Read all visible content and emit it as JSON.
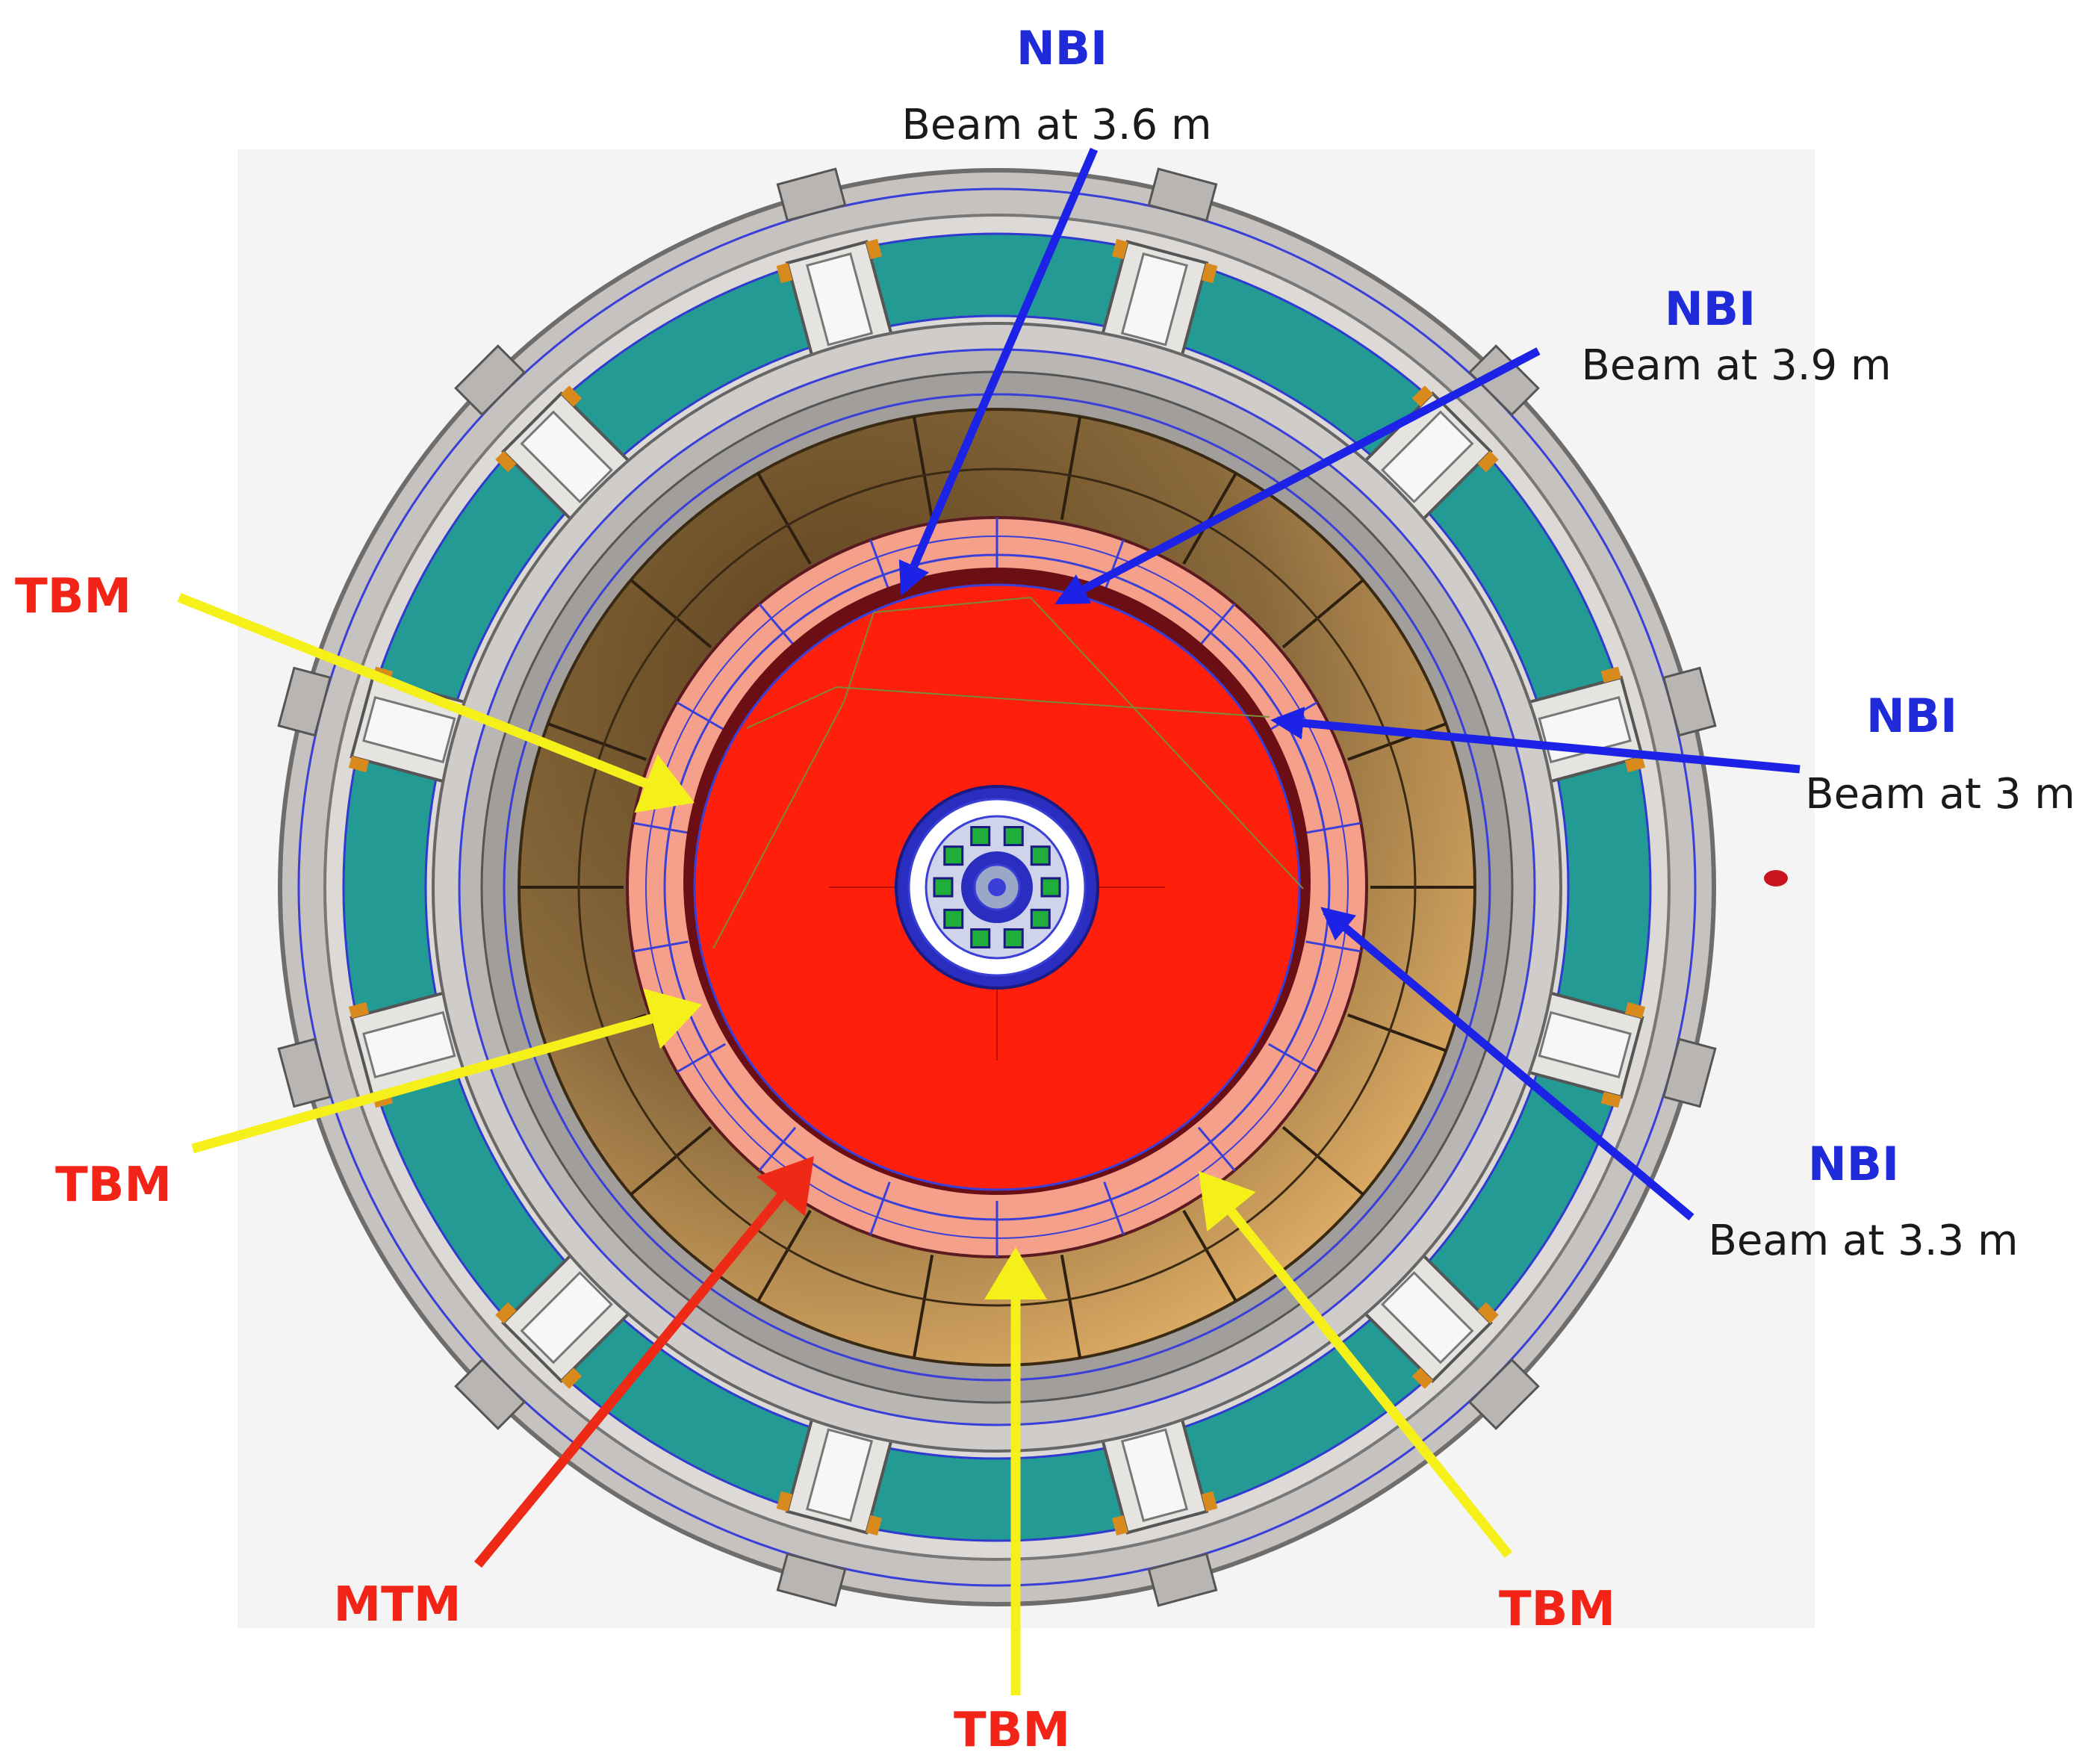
{
  "labels": {
    "nbi_top": {
      "title": "NBI",
      "beam": "Beam at 3.6 m"
    },
    "nbi_upper_right": {
      "title": "NBI",
      "beam": "Beam at 3.9 m"
    },
    "nbi_right": {
      "title": "NBI",
      "beam": "Beam at 3 m"
    },
    "nbi_lower_right": {
      "title": "NBI",
      "beam": "Beam at 3.3 m"
    },
    "tbm_upper_left": "TBM",
    "tbm_lower_left": "TBM",
    "mtm": "MTM",
    "tbm_bottom": "TBM",
    "tbm_lower_right": "TBM"
  },
  "colors": {
    "nbi_arrow": "#1c22e6",
    "tbm_arrow": "#f6f01a",
    "mtm_arrow": "#ee2a17",
    "core": "#ff1f0a",
    "blanket": "#f5a08a",
    "coil": "#249a94",
    "cryostat": "#c8c5c2"
  }
}
